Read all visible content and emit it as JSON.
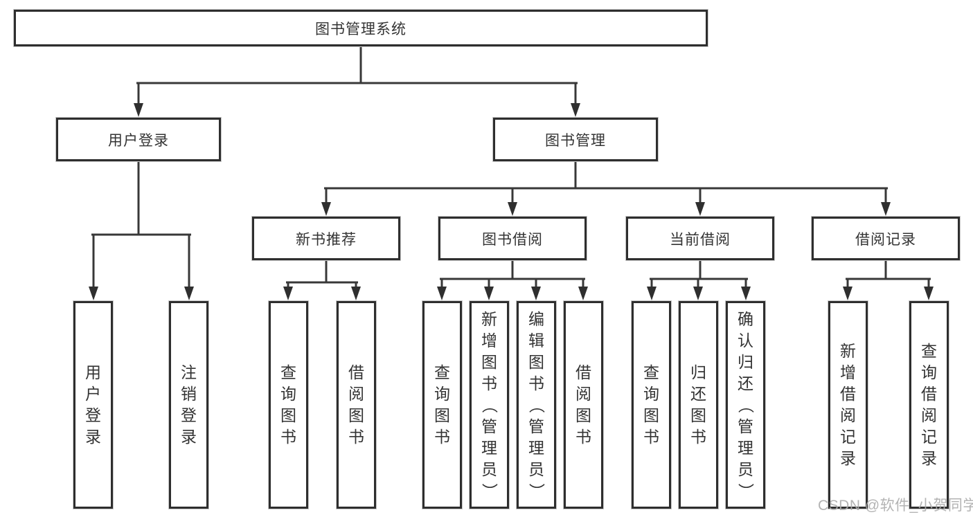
{
  "diagram": {
    "type": "tree",
    "colors": {
      "box_border": "#2e2e2e",
      "connector_line": "#383838",
      "text": "#333333",
      "watermark": "#acacac",
      "background": "#ffffff"
    }
  },
  "tree": {
    "root": {
      "label": "图书管理系统"
    },
    "branches": [
      {
        "label": "用户登录",
        "leaves": [
          {
            "label": "用户登录"
          },
          {
            "label": "注销登录"
          }
        ]
      },
      {
        "label": "图书管理",
        "groups": [
          {
            "label": "新书推荐",
            "leaves": [
              {
                "label": "查询图书"
              },
              {
                "label": "借阅图书"
              }
            ]
          },
          {
            "label": "图书借阅",
            "leaves": [
              {
                "label": "查询图书"
              },
              {
                "label": "新增图书（管理员）"
              },
              {
                "label": "编辑图书（管理员）"
              },
              {
                "label": "借阅图书"
              }
            ]
          },
          {
            "label": "当前借阅",
            "leaves": [
              {
                "label": "查询图书"
              },
              {
                "label": "归还图书"
              },
              {
                "label": "确认归还（管理员）"
              }
            ]
          },
          {
            "label": "借阅记录",
            "leaves": [
              {
                "label": "新增借阅记录"
              },
              {
                "label": "查询借阅记录"
              }
            ]
          }
        ]
      }
    ]
  },
  "watermark": {
    "text": "CSDN @软件_小贺同学"
  }
}
